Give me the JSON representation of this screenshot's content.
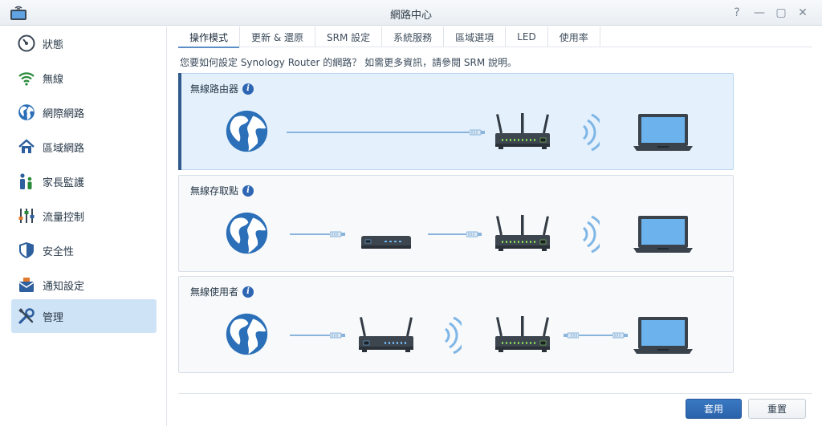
{
  "window": {
    "title": "網路中心",
    "controls": [
      "?",
      "—",
      "▢",
      "✕"
    ]
  },
  "sidebar": {
    "items": [
      {
        "label": "狀態",
        "icon": "dashboard-icon",
        "active": false
      },
      {
        "label": "無線",
        "icon": "wifi-icon",
        "active": false
      },
      {
        "label": "網際網路",
        "icon": "globe-icon",
        "active": false
      },
      {
        "label": "區域網路",
        "icon": "home-network-icon",
        "active": false
      },
      {
        "label": "家長監護",
        "icon": "family-icon",
        "active": false
      },
      {
        "label": "流量控制",
        "icon": "sliders-icon",
        "active": false
      },
      {
        "label": "安全性",
        "icon": "shield-icon",
        "active": false
      },
      {
        "label": "通知設定",
        "icon": "notification-icon",
        "active": false
      },
      {
        "label": "管理",
        "icon": "tools-icon",
        "active": true
      }
    ]
  },
  "tabs": [
    {
      "label": "操作模式",
      "active": true
    },
    {
      "label": "更新 & 還原",
      "active": false
    },
    {
      "label": "SRM 設定",
      "active": false
    },
    {
      "label": "系統服務",
      "active": false
    },
    {
      "label": "區域選項",
      "active": false
    },
    {
      "label": "LED",
      "active": false
    },
    {
      "label": "使用率",
      "active": false
    }
  ],
  "main": {
    "question": "您要如何設定 Synology Router 的網路？ 如需更多資訊，請參閱 SRM 說明。",
    "modes": [
      {
        "title": "無線路由器",
        "selected": true
      },
      {
        "title": "無線存取點",
        "selected": false
      },
      {
        "title": "無線使用者",
        "selected": false
      }
    ]
  },
  "buttons": {
    "apply": "套用",
    "reset": "重置"
  },
  "colors": {
    "accent": "#2f5b8c",
    "selected_bg": "#e4f1fc",
    "primary_button": "#2a63aa",
    "globe": "#2a6fb8",
    "wifi_waves": "#7fb6e6",
    "laptop_screen": "#6cb3ee"
  }
}
